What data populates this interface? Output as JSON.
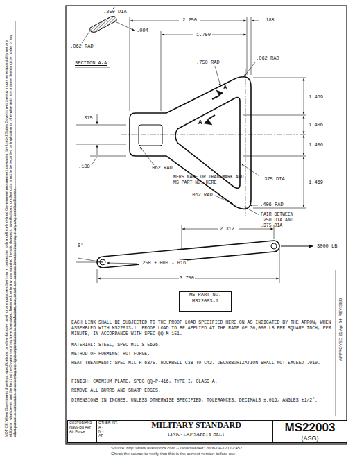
{
  "diagram": {
    "nodes": [
      {
        "text": [
          "MS PART NO.",
          "MS22003-1"
        ]
      },
      {
        "text": [
          "CUSTODIANS",
          "Navy-Bu Aer",
          "Air Force"
        ]
      },
      {
        "text": [
          "OTHER INT.",
          "A -",
          "N -",
          "AF -"
        ]
      },
      {
        "text": [
          "MILITARY STANDARD",
          "LINK - LAP SAFETY BELT"
        ]
      },
      {
        "text": [
          "MS22003",
          "(ASG)"
        ]
      }
    ],
    "labels": [
      ".250 DIA",
      ".094",
      ".062 RAD",
      "SECTION A-A",
      "2.250",
      ".188",
      "1.750",
      ".750 RAD",
      ".062 RAD",
      "A",
      "A",
      ".375",
      "1.469",
      "1.406",
      "1.406",
      "1.469",
      ".375 DIA",
      ".188",
      ".062 RAD",
      "MFRS NAME OR TRADEMARK AND MS PART NO. HERE",
      ".062 RAD",
      ".406 RAD",
      "FAIR BETWEEN .250 DIA AND .375 DIA",
      "2.312",
      "9°",
      "3000 LB",
      ".250 +.000 -.016",
      "3.750",
      "EACH LINK SHALL BE SUBJECTED TO THE PROOF LOAD SPECIFIED HERE ON AS INDICATED BY THE ARROW, WHEN ASSEMBLED WITH MS22013-1. PROOF LOAD TO BE APPLIED AT THE RATE OF 30,000 LB PER SQUARE INCH, PER MINUTE, IN ACCORDANCE WITH SPEC QQ-M-151.",
      "MATERIAL: STEEL, SPEC MIL-S-5626.",
      "METHOD OF FORMING: HOT FORGE.",
      "HEAT TREATMENT: SPEC MIL-H-6875. ROCKWELL C38 TO C42. DECARBURIZATION SHALL NOT EXCEED .010.",
      "FINISH: CADMIUM PLATE, SPEC QQ-P-416, TYPE I, CLASS A.",
      "REMOVE ALL BURRS AND SHARP EDGES.",
      "DIMENSIONS IN INCHES. UNLESS OTHERWISE SPECIFIED, TOLERANCES: DECIMALS ±.016, ANGLES ±1/2°.",
      "APPROVED 21 Apr 54, REVISED",
      "Source: http://www.assistdocs.com -- Downloaded: 2006-04-12T12:45Z",
      "Check the source to verify that this is the current version before use.",
      "NOTICE: When Government drawings, specifications, or other data are used for any purpose other than in connection with a definitely related Government procurement operation, the United States Government thereby incurs no responsibility nor any obligation whatsoever; and the fact that the Government may have formulated, furnished, or in any way supplied the said drawings, specifications, or other data is not to be regarded by implication or otherwise as in any manner licensing the holder or any other person or corporation, or conveying any rights or permission to manufacture, use, or sell any patented invention that may in any way be related thereto."
    ]
  }
}
